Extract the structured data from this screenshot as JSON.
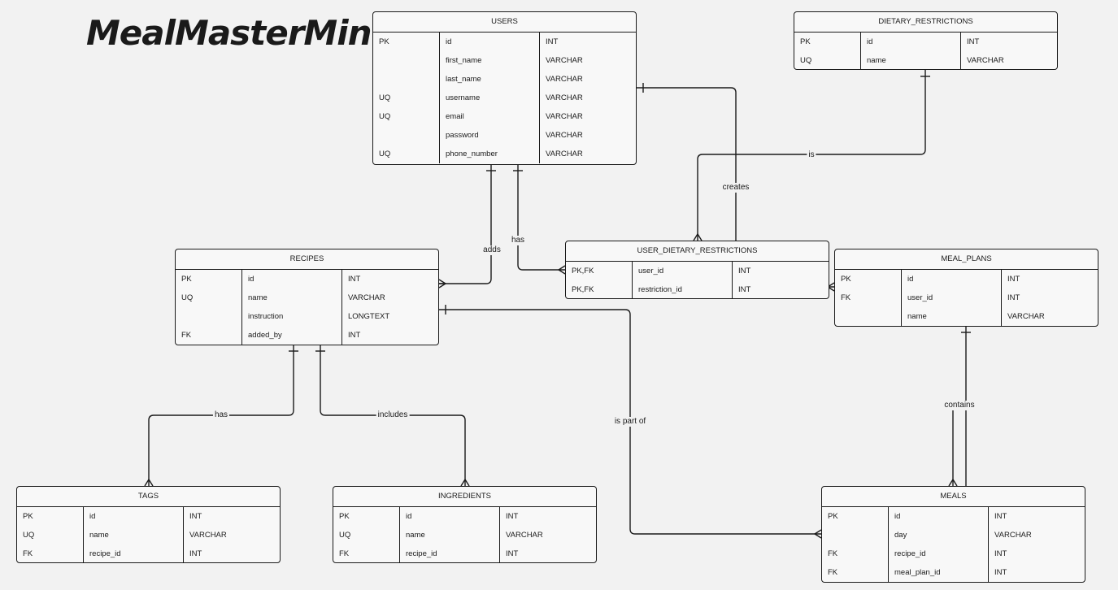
{
  "title": "MealMasterMind",
  "relationships": {
    "adds": "adds",
    "has_restrictions": "has",
    "creates": "creates",
    "is": "is",
    "has_tags": "has",
    "includes": "includes",
    "is_part_of": "is part of",
    "contains": "contains"
  },
  "entities": {
    "users": {
      "name": "USERS",
      "rows": [
        {
          "key": "PK",
          "field": "id",
          "type": "INT"
        },
        {
          "key": "",
          "field": "first_name",
          "type": "VARCHAR"
        },
        {
          "key": "",
          "field": "last_name",
          "type": "VARCHAR"
        },
        {
          "key": "UQ",
          "field": "username",
          "type": "VARCHAR"
        },
        {
          "key": "UQ",
          "field": "email",
          "type": "VARCHAR"
        },
        {
          "key": "",
          "field": "password",
          "type": "VARCHAR"
        },
        {
          "key": "UQ",
          "field": "phone_number",
          "type": "VARCHAR"
        }
      ]
    },
    "dietary_restrictions": {
      "name": "DIETARY_RESTRICTIONS",
      "rows": [
        {
          "key": "PK",
          "field": "id",
          "type": "INT"
        },
        {
          "key": "UQ",
          "field": "name",
          "type": "VARCHAR"
        }
      ]
    },
    "recipes": {
      "name": "RECIPES",
      "rows": [
        {
          "key": "PK",
          "field": "id",
          "type": "INT"
        },
        {
          "key": "UQ",
          "field": "name",
          "type": "VARCHAR"
        },
        {
          "key": "",
          "field": "instruction",
          "type": "LONGTEXT"
        },
        {
          "key": "FK",
          "field": "added_by",
          "type": "INT"
        }
      ]
    },
    "user_dietary_restrictions": {
      "name": "USER_DIETARY_RESTRICTIONS",
      "rows": [
        {
          "key": "PK,FK",
          "field": "user_id",
          "type": "INT"
        },
        {
          "key": "PK,FK",
          "field": "restriction_id",
          "type": "INT"
        }
      ]
    },
    "meal_plans": {
      "name": "MEAL_PLANS",
      "rows": [
        {
          "key": "PK",
          "field": "id",
          "type": "INT"
        },
        {
          "key": "FK",
          "field": "user_id",
          "type": "INT"
        },
        {
          "key": "",
          "field": "name",
          "type": "VARCHAR"
        }
      ]
    },
    "tags": {
      "name": "TAGS",
      "rows": [
        {
          "key": "PK",
          "field": "id",
          "type": "INT"
        },
        {
          "key": "UQ",
          "field": "name",
          "type": "VARCHAR"
        },
        {
          "key": "FK",
          "field": "recipe_id",
          "type": "INT"
        }
      ]
    },
    "ingredients": {
      "name": "INGREDIENTS",
      "rows": [
        {
          "key": "PK",
          "field": "id",
          "type": "INT"
        },
        {
          "key": "UQ",
          "field": "name",
          "type": "VARCHAR"
        },
        {
          "key": "FK",
          "field": "recipe_id",
          "type": "INT"
        }
      ]
    },
    "meals": {
      "name": "MEALS",
      "rows": [
        {
          "key": "PK",
          "field": "id",
          "type": "INT"
        },
        {
          "key": "",
          "field": "day",
          "type": "VARCHAR"
        },
        {
          "key": "FK",
          "field": "recipe_id",
          "type": "INT"
        },
        {
          "key": "FK",
          "field": "meal_plan_id",
          "type": "INT"
        }
      ]
    }
  }
}
